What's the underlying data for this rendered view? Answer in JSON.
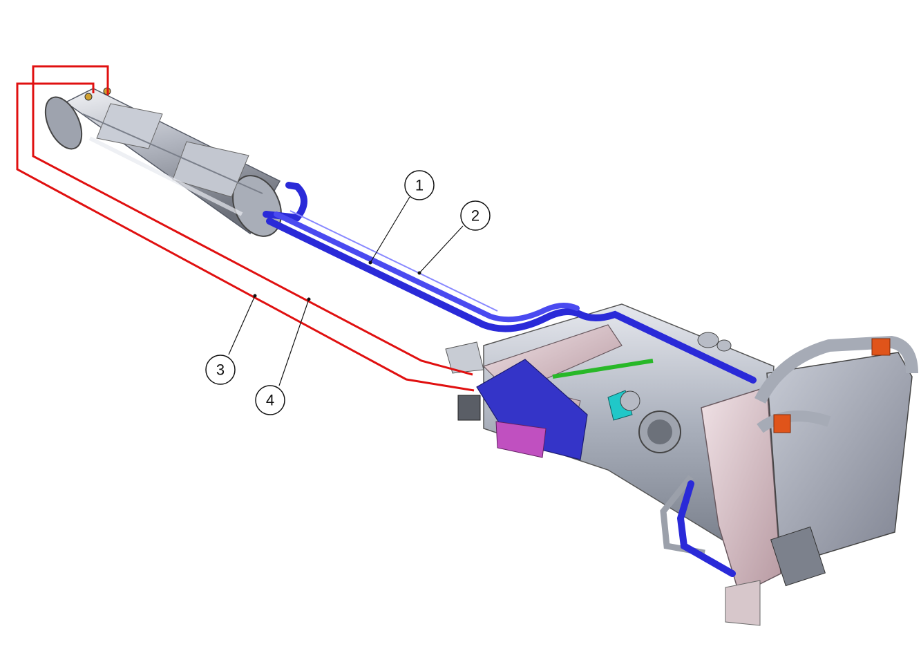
{
  "callouts": [
    {
      "label": "1"
    },
    {
      "label": "2"
    },
    {
      "label": "3"
    },
    {
      "label": "4"
    }
  ],
  "colors": {
    "hose_blue": "#2a2ad8",
    "wire_red": "#e01010",
    "metal": "#b8bcc8",
    "frame_pink": "#d9c2c8",
    "accent_orange": "#e0541a",
    "accent_green": "#28b828",
    "accent_cyan": "#20c8c8",
    "accent_magenta": "#c040c0"
  }
}
